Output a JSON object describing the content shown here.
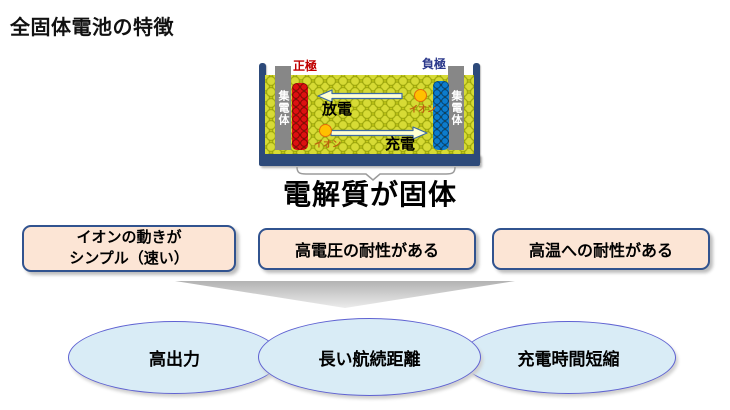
{
  "title": "全固体電池の特徴",
  "battery": {
    "positive_label": "正極",
    "negative_label": "負極",
    "collector_label": "集電体",
    "discharge_label": "放電",
    "charge_label": "充電",
    "ion_label": "イオン",
    "caption": "電解質が固体"
  },
  "features": [
    {
      "line1": "イオンの動きが",
      "line2": "シンプル（速い）"
    },
    {
      "label": "高電圧の耐性がある"
    },
    {
      "label": "高温への耐性がある"
    }
  ],
  "benefits": [
    {
      "label": "高出力"
    },
    {
      "label": "長い航続距離"
    },
    {
      "label": "充電時間短縮"
    }
  ],
  "colors": {
    "container_blue": "#2d4a7a",
    "electrolyte_green": "#c9ce1b",
    "positive_red": "#c00000",
    "negative_blue": "#2d3a8c",
    "collector_gray": "#878787",
    "ion_yellow": "#ffc000",
    "ion_text_orange": "#c05f10",
    "flow_arrow_fill": "#ffffd2",
    "flow_arrow_stroke": "#3d6ba5",
    "feature_fill": "#fce5d5",
    "feature_border": "#31538f",
    "benefit_fill": "#d9ecf6",
    "benefit_border": "#5f62d2",
    "merge_arrow_gray": "#b3b3b3"
  }
}
